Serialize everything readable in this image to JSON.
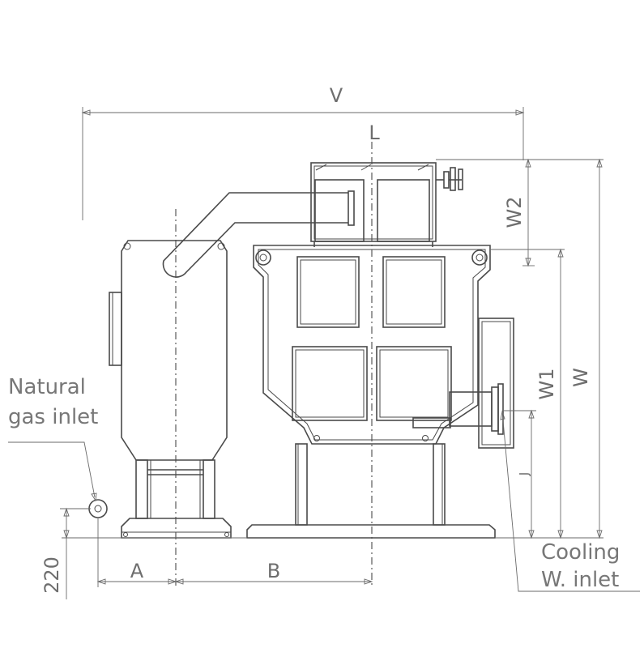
{
  "dimensions": {
    "V": "V",
    "L": "L",
    "W": "W",
    "W1": "W1",
    "W2": "W2",
    "J": "J",
    "A": "A",
    "B": "B",
    "height_220": "220"
  },
  "callouts": {
    "natural_gas_line1": "Natural",
    "natural_gas_line2": "gas inlet",
    "cooling_line1": "Cooling",
    "cooling_line2": "W. inlet"
  },
  "colors": {
    "line": "#4a4a4a",
    "text": "#6e6e6e"
  }
}
